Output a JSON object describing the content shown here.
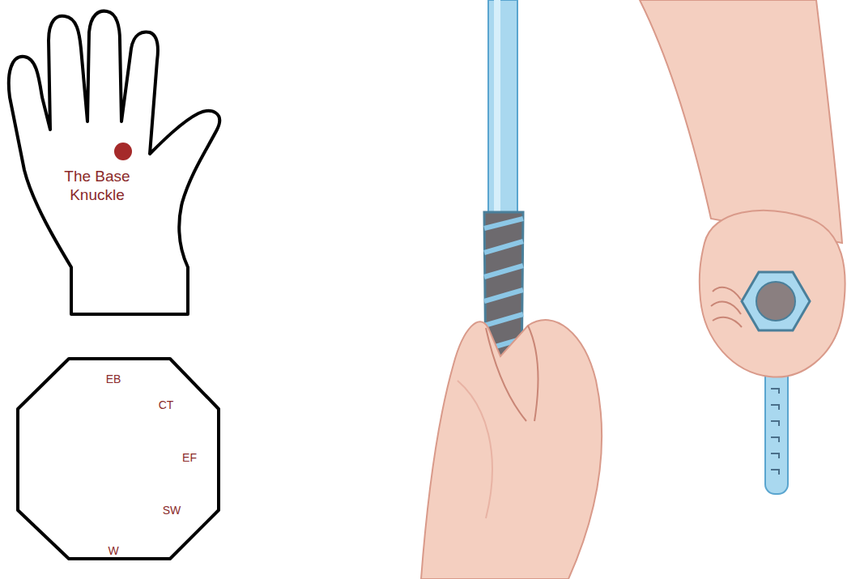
{
  "diagram": {
    "nodes": [
      {
        "text": [
          "The Base Knuckle"
        ]
      },
      {
        "text": [
          "EB",
          "CT",
          "EF",
          "SW",
          "W"
        ]
      }
    ]
  }
}
